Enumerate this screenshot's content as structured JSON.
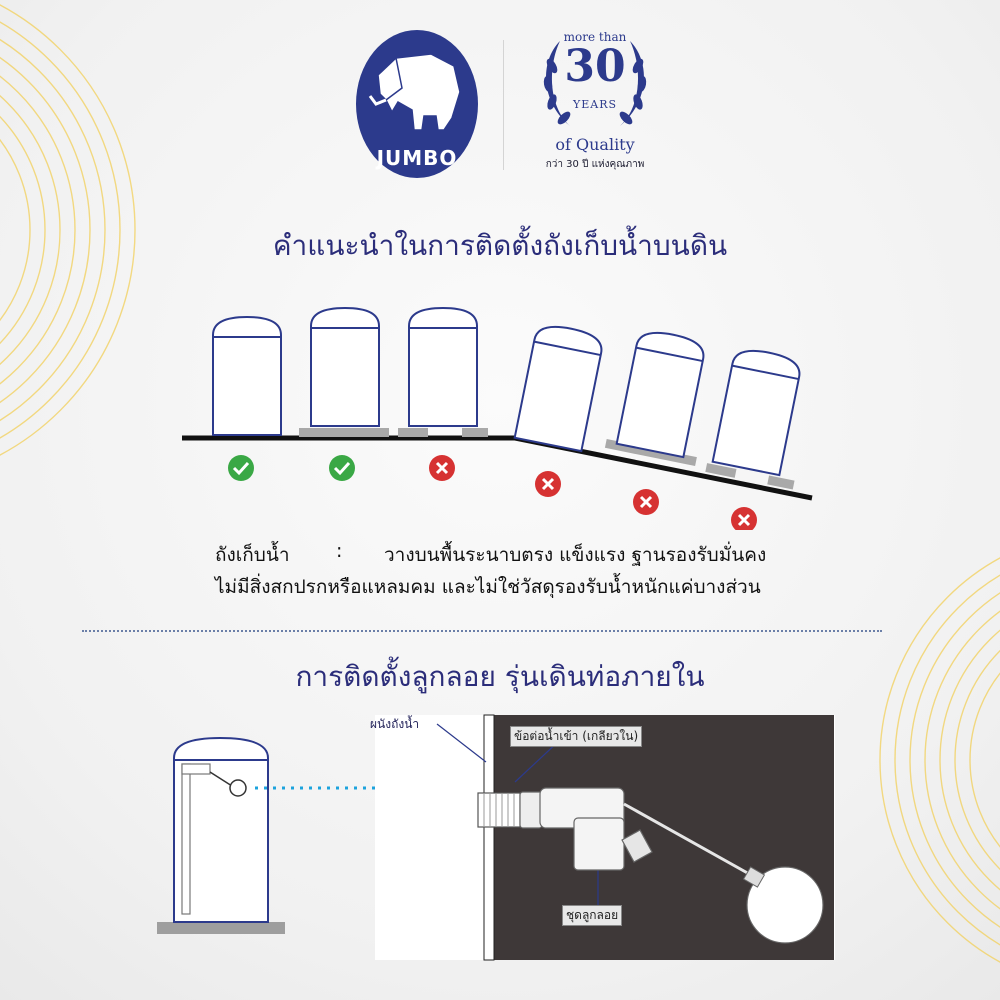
{
  "brand": {
    "name": "JUMBO",
    "primary_color": "#2c3a8c",
    "icon": "elephant-icon"
  },
  "badge": {
    "more_than": "more than",
    "number": "30",
    "years": "YEARS",
    "of_quality": "of Quality",
    "thai_text": "กว่า 30 ปี แห่งคุณภาพ",
    "icon": "laurel-wreath-icon"
  },
  "section1": {
    "title": "คำแนะนำในการติดตั้งถังเก็บน้ำบนดิน",
    "instruction": {
      "label": "ถังเก็บน้ำ",
      "colon": ":",
      "line1": "วางบนพื้นระนาบตรง แข็งแรง ฐานรองรับมั่นคง",
      "line2": "ไม่มีสิ่งสกปรกหรือแหลมคม และไม่ใช่วัสดุรองรับน้ำหนักแค่บางส่วน"
    },
    "marks": [
      {
        "status": "correct",
        "icon": "check-circle-icon"
      },
      {
        "status": "correct",
        "icon": "check-circle-icon"
      },
      {
        "status": "wrong",
        "icon": "x-circle-icon"
      },
      {
        "status": "wrong",
        "icon": "x-circle-icon"
      },
      {
        "status": "wrong",
        "icon": "x-circle-icon"
      },
      {
        "status": "wrong",
        "icon": "x-circle-icon"
      }
    ],
    "colors": {
      "correct": "#3aa845",
      "wrong": "#d63232"
    }
  },
  "section2": {
    "title": "การติดตั้งลูกลอย รุ่นเดินท่อภายใน",
    "labels": {
      "wall": "ผนังถังน้ำ",
      "inlet": "ข้อต่อน้ำเข้า (เกลียวใน)",
      "float": "ชุดลูกลอย"
    }
  }
}
